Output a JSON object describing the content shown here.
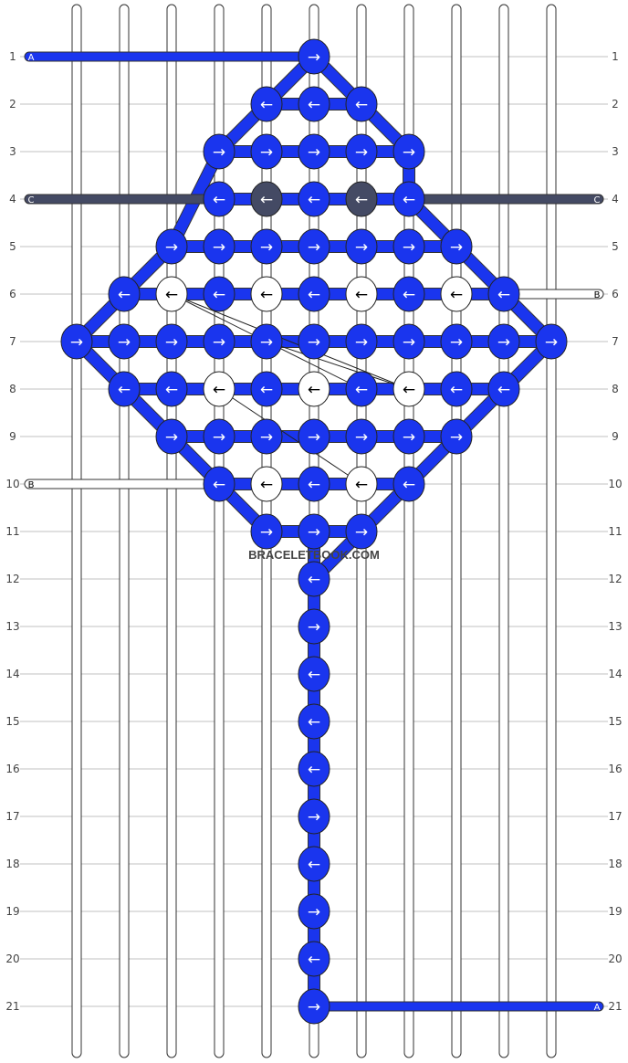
{
  "watermark": "BRACELETBOOK.COM",
  "row_labels": [
    "1",
    "2",
    "3",
    "4",
    "5",
    "6",
    "7",
    "8",
    "9",
    "10",
    "11",
    "12",
    "13",
    "14",
    "15",
    "16",
    "17",
    "18",
    "19",
    "20",
    "21"
  ],
  "colors": {
    "A": "#1a35ee",
    "B": "#ffffff",
    "C": "#444a64",
    "guide": "#c0c0c0",
    "outline": "#222222"
  },
  "end_letters": {
    "A": "A",
    "B": "B",
    "C": "C"
  },
  "arrow_symbols": {
    "R": "→",
    "L": "←"
  },
  "string_count": 11,
  "knot_rows": [
    [
      [
        6,
        "R",
        "A"
      ]
    ],
    [
      [
        5,
        "L",
        "A"
      ],
      [
        6,
        "L",
        "A"
      ],
      [
        7,
        "L",
        "A"
      ]
    ],
    [
      [
        4,
        "R",
        "A"
      ],
      [
        5,
        "R",
        "A"
      ],
      [
        6,
        "R",
        "A"
      ],
      [
        7,
        "R",
        "A"
      ],
      [
        8,
        "R",
        "A"
      ]
    ],
    [
      [
        4,
        "L",
        "A"
      ],
      [
        5,
        "L",
        "C"
      ],
      [
        6,
        "L",
        "A"
      ],
      [
        7,
        "L",
        "C"
      ],
      [
        8,
        "L",
        "A"
      ]
    ],
    [
      [
        3,
        "R",
        "A"
      ],
      [
        4,
        "R",
        "A"
      ],
      [
        5,
        "R",
        "A"
      ],
      [
        6,
        "R",
        "A"
      ],
      [
        7,
        "R",
        "A"
      ],
      [
        8,
        "R",
        "A"
      ],
      [
        9,
        "R",
        "A"
      ]
    ],
    [
      [
        2,
        "L",
        "A"
      ],
      [
        3,
        "L",
        "B"
      ],
      [
        4,
        "L",
        "A"
      ],
      [
        5,
        "L",
        "B"
      ],
      [
        6,
        "L",
        "A"
      ],
      [
        7,
        "L",
        "B"
      ],
      [
        8,
        "L",
        "A"
      ],
      [
        9,
        "L",
        "B"
      ],
      [
        10,
        "L",
        "A"
      ]
    ],
    [
      [
        1,
        "R",
        "A"
      ],
      [
        2,
        "R",
        "A"
      ],
      [
        3,
        "R",
        "A"
      ],
      [
        4,
        "R",
        "A"
      ],
      [
        5,
        "R",
        "A"
      ],
      [
        6,
        "R",
        "A"
      ],
      [
        7,
        "R",
        "A"
      ],
      [
        8,
        "R",
        "A"
      ],
      [
        9,
        "R",
        "A"
      ],
      [
        10,
        "R",
        "A"
      ],
      [
        11,
        "R",
        "A"
      ]
    ],
    [
      [
        2,
        "L",
        "A"
      ],
      [
        3,
        "L",
        "A"
      ],
      [
        4,
        "L",
        "B"
      ],
      [
        5,
        "L",
        "A"
      ],
      [
        6,
        "L",
        "B"
      ],
      [
        7,
        "L",
        "A"
      ],
      [
        8,
        "L",
        "B"
      ],
      [
        9,
        "L",
        "A"
      ],
      [
        10,
        "L",
        "A"
      ]
    ],
    [
      [
        3,
        "R",
        "A"
      ],
      [
        4,
        "R",
        "A"
      ],
      [
        5,
        "R",
        "A"
      ],
      [
        6,
        "R",
        "A"
      ],
      [
        7,
        "R",
        "A"
      ],
      [
        8,
        "R",
        "A"
      ],
      [
        9,
        "R",
        "A"
      ]
    ],
    [
      [
        4,
        "L",
        "A"
      ],
      [
        5,
        "L",
        "B"
      ],
      [
        6,
        "L",
        "A"
      ],
      [
        7,
        "L",
        "B"
      ],
      [
        8,
        "L",
        "A"
      ]
    ],
    [
      [
        5,
        "R",
        "A"
      ],
      [
        6,
        "R",
        "A"
      ],
      [
        7,
        "R",
        "A"
      ]
    ],
    [
      [
        6,
        "L",
        "A"
      ]
    ],
    [
      [
        6,
        "R",
        "A"
      ]
    ],
    [
      [
        6,
        "L",
        "A"
      ]
    ],
    [
      [
        6,
        "L",
        "A"
      ]
    ],
    [
      [
        6,
        "L",
        "A"
      ]
    ],
    [
      [
        6,
        "R",
        "A"
      ]
    ],
    [
      [
        6,
        "L",
        "A"
      ]
    ],
    [
      [
        6,
        "R",
        "A"
      ]
    ],
    [
      [
        6,
        "L",
        "A"
      ]
    ],
    [
      [
        6,
        "R",
        "A"
      ]
    ]
  ]
}
